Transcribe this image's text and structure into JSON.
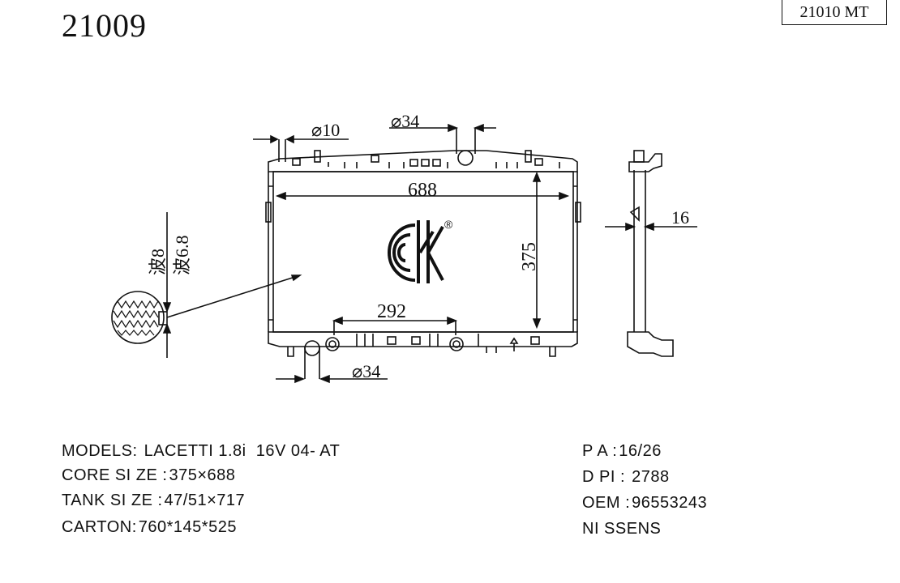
{
  "header": {
    "part_number": "21009",
    "alt_part": "21010 MT"
  },
  "drawing": {
    "dim_width": "688",
    "dim_height": "375",
    "dim_inlet_spacing": "292",
    "dim_pipe_top_small": "⌀10",
    "dim_pipe_top_large": "⌀34",
    "dim_pipe_bottom": "⌀34",
    "dim_thickness": "16",
    "fin_label_1": "波8",
    "fin_label_2": "波6.8",
    "logo_text": "CK",
    "logo_mark": "®"
  },
  "specs_left": [
    {
      "label": "MODELS:",
      "value": " LACETTI 1.8i  16V 04- AT"
    },
    {
      "label": "CORE SI ZE :",
      "value": "375×688"
    },
    {
      "label": "TANK SI ZE :",
      "value": "47/51×717"
    },
    {
      "label": "CARTON:",
      "value": "760*145*525"
    }
  ],
  "specs_right": [
    {
      "label": "P A :",
      "value": "16/26"
    },
    {
      "label": "D PI :",
      "value": " 2788"
    },
    {
      "label": "OEM :",
      "value": "96553243"
    },
    {
      "label": "NI SSENS",
      "value": ""
    }
  ]
}
